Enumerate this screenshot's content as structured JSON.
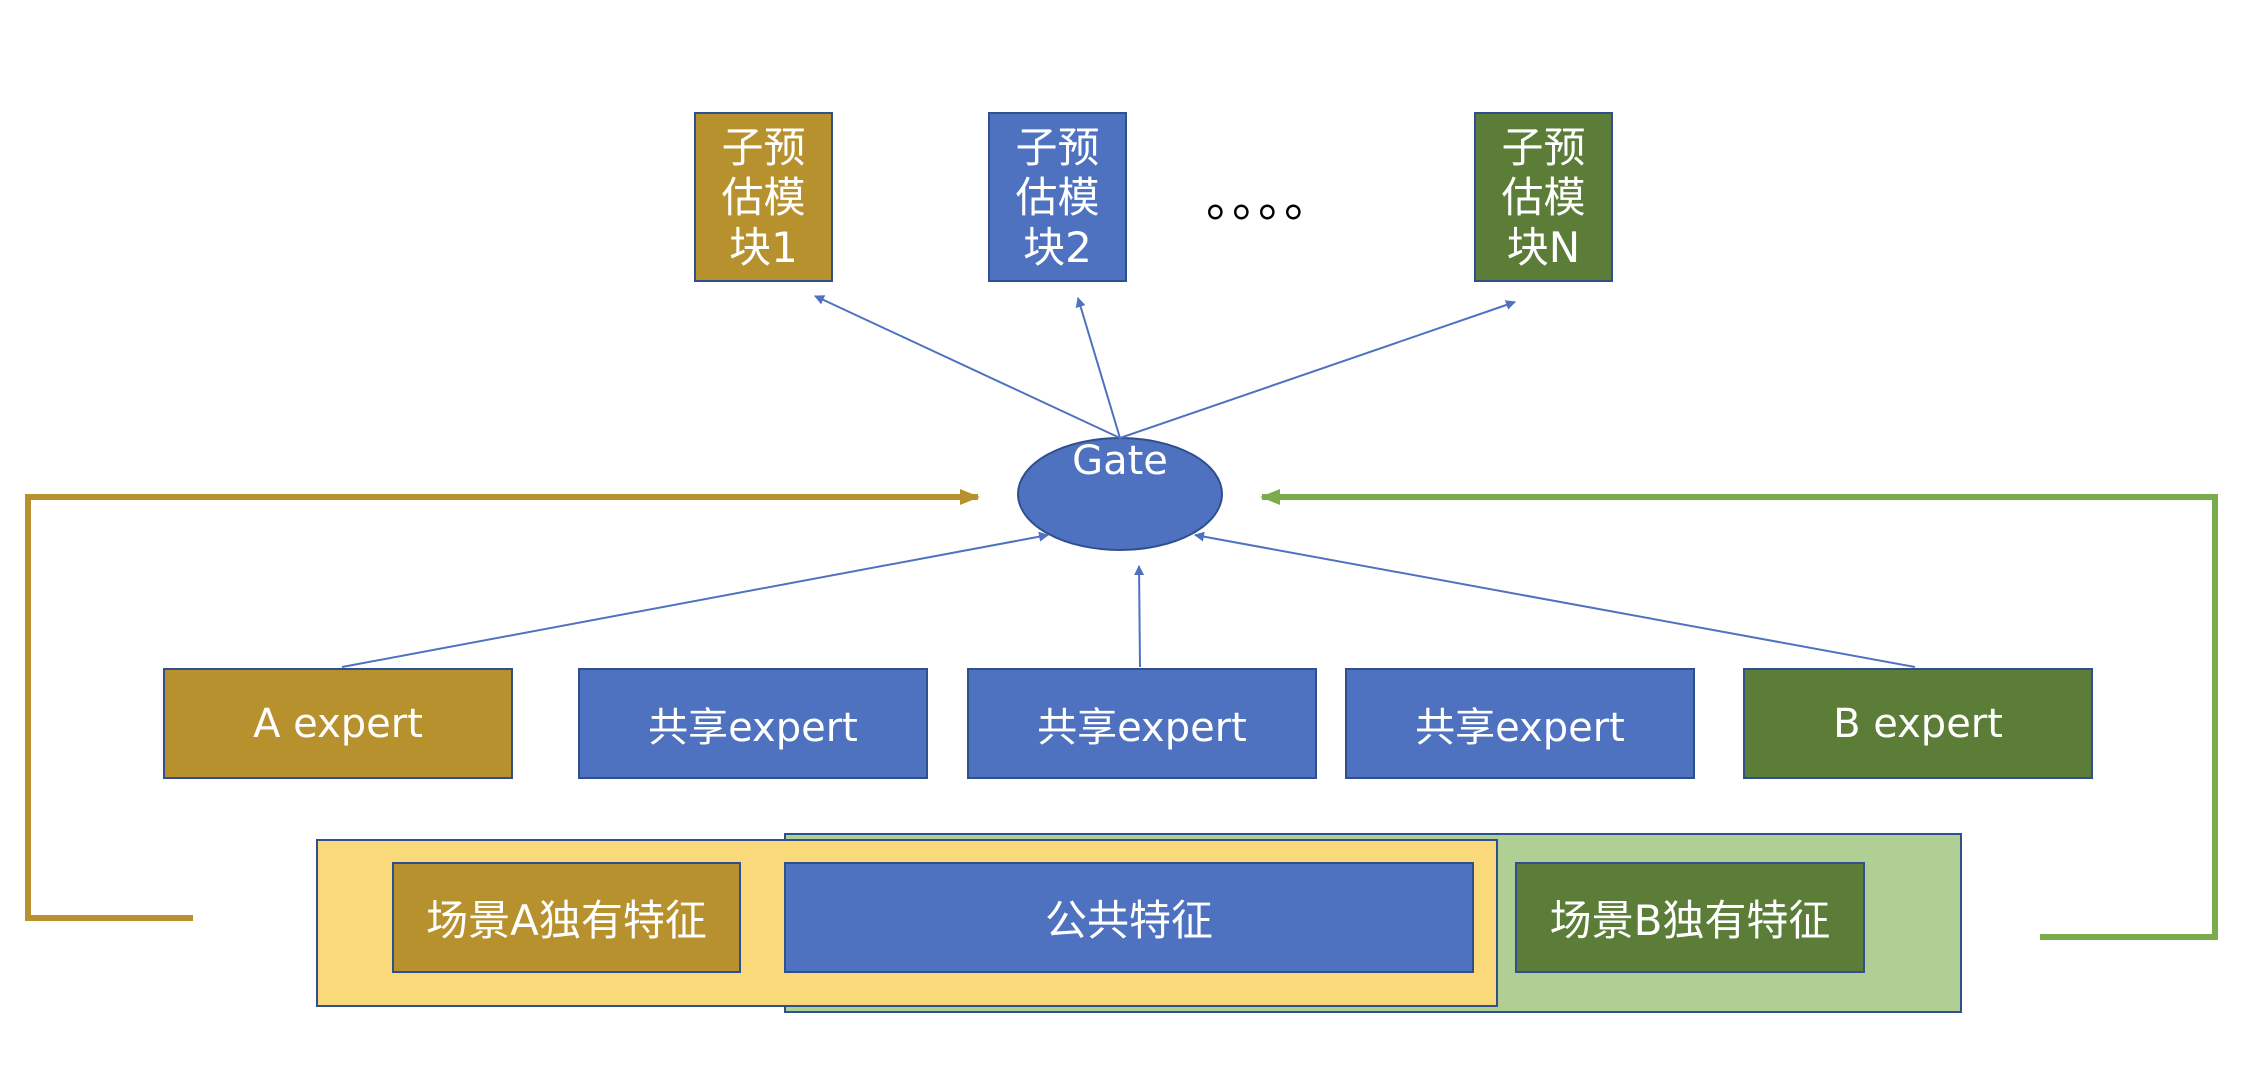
{
  "modules": [
    {
      "label": "子预估模块1",
      "color": "#b8912f"
    },
    {
      "label": "子预估模块2",
      "color": "#4e72bf"
    },
    {
      "label": "子预估模块N",
      "color": "#5b7d38"
    }
  ],
  "ellipsis": "。。。。",
  "gate": {
    "label": "Gate",
    "color": "#4e72bf"
  },
  "experts": [
    {
      "label": "A expert",
      "color": "#b8912f"
    },
    {
      "label": "共享expert",
      "color": "#4e72bf"
    },
    {
      "label": "共享expert",
      "color": "#4e72bf"
    },
    {
      "label": "共享expert",
      "color": "#4e72bf"
    },
    {
      "label": "B expert",
      "color": "#5b7d38"
    }
  ],
  "features": {
    "a_unique": "场景A独有特征",
    "common": "公共特征",
    "b_unique": "场景B独有特征"
  },
  "colors": {
    "scene_a_panel": "#fad97a",
    "scene_b_panel": "#b0cf94",
    "scene_a_line": "#b8912f",
    "scene_b_line": "#7aab4d",
    "arrow": "#4e72bf"
  }
}
